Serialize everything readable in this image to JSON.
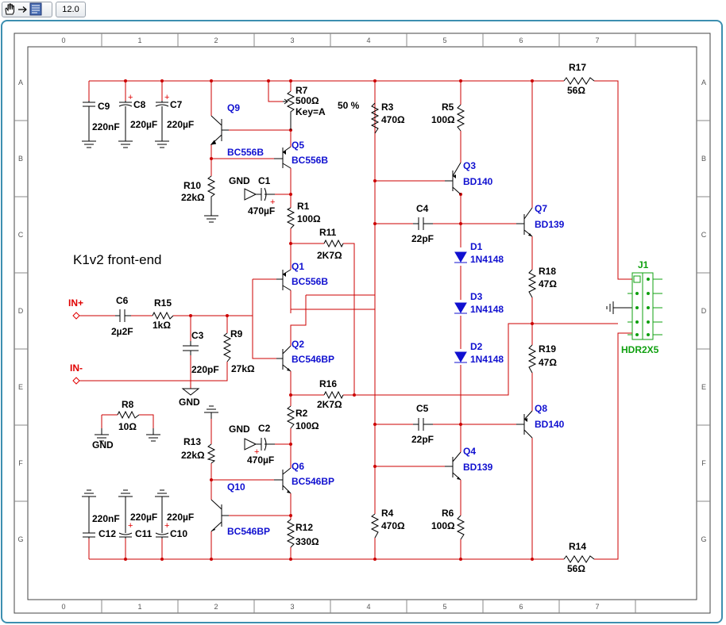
{
  "toolbar": {
    "zoom_value": "12.0",
    "tool_icon": "hand-arrow-icon"
  },
  "grid": {
    "columns": [
      "0",
      "1",
      "2",
      "3",
      "4",
      "5",
      "6",
      "7"
    ],
    "rows": [
      "A",
      "B",
      "C",
      "D",
      "E",
      "F",
      "G"
    ]
  },
  "title": "K1v2 front-end",
  "ports": {
    "in_plus": "IN+",
    "in_minus": "IN-"
  },
  "gnd": "GND",
  "labels": {
    "C9": "C9",
    "C9v": "220nF",
    "C8": "C8",
    "C8v": "220µF",
    "C7": "C7",
    "C7v": "220µF",
    "R7": "R7",
    "R7v": "500Ω",
    "R7k": "Key=A",
    "R7p": "50 %",
    "Q9": "Q9",
    "Q9m": "BC556B",
    "Q5": "Q5",
    "Q5m": "BC556B",
    "R10": "R10",
    "R10v": "22kΩ",
    "C1": "C1",
    "C1v": "470µF",
    "R1": "R1",
    "R1v": "100Ω",
    "R11": "R11",
    "R11v": "2K7Ω",
    "Q1": "Q1",
    "Q1m": "BC556B",
    "C6": "C6",
    "C6v": "2µ2F",
    "R15": "R15",
    "R15v": "1kΩ",
    "C3": "C3",
    "C3v": "220pF",
    "R9": "R9",
    "R9v": "27kΩ",
    "Q2": "Q2",
    "Q2m": "BC546BP",
    "R16": "R16",
    "R16v": "2K7Ω",
    "R8": "R8",
    "R8v": "10Ω",
    "R2": "R2",
    "R2v": "100Ω",
    "C2": "C2",
    "C2v": "470µF",
    "R13": "R13",
    "R13v": "22kΩ",
    "Q6": "Q6",
    "Q6m": "BC546BP",
    "Q10": "Q10",
    "Q10m": "BC546BP",
    "C12": "C12",
    "C12v": "220nF",
    "C11": "C11",
    "C11v": "220µF",
    "C10": "C10",
    "C10v": "220µF",
    "R12": "R12",
    "R12v": "330Ω",
    "R3": "R3",
    "R3v": "470Ω",
    "R4": "R4",
    "R4v": "470Ω",
    "R5": "R5",
    "R5v": "100Ω",
    "R6": "R6",
    "R6v": "100Ω",
    "Q3": "Q3",
    "Q3m": "BD140",
    "Q4": "Q4",
    "Q4m": "BD139",
    "C4": "C4",
    "C4v": "22pF",
    "C5": "C5",
    "C5v": "22pF",
    "D1": "D1",
    "D1m": "1N4148",
    "D3": "D3",
    "D3m": "1N4148",
    "D2": "D2",
    "D2m": "1N4148",
    "Q7": "Q7",
    "Q7m": "BD139",
    "Q8": "Q8",
    "Q8m": "BD140",
    "R18": "R18",
    "R18v": "47Ω",
    "R19": "R19",
    "R19v": "47Ω",
    "R17": "R17",
    "R17v": "56Ω",
    "R14": "R14",
    "R14v": "56Ω",
    "J1": "J1",
    "J1m": "HDR2X5"
  },
  "colors": {
    "wire": "#cc0000",
    "component": "#000000",
    "refdes_blue": "#1010d0",
    "connector_green": "#10a010",
    "frame": "#3d8fb0"
  }
}
